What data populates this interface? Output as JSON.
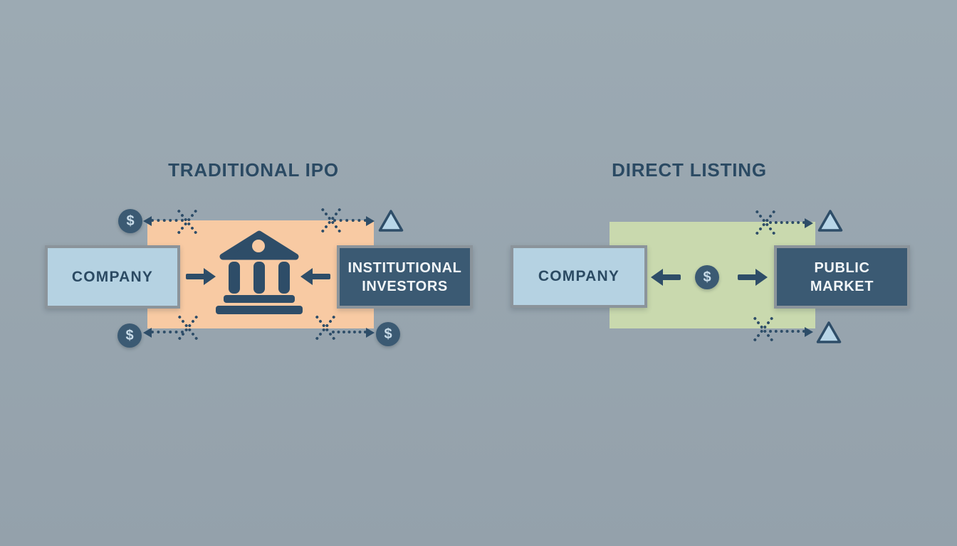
{
  "colors": {
    "bg_top": "#9caab3",
    "bg_bottom": "#94a1ab",
    "ink": "#2e4d68",
    "ink_title": "#2b4a63",
    "panel_orange": "#f8caa3",
    "panel_green": "#c9d9ae",
    "box_light": "#b5d2e2",
    "box_dark": "#3b5a73",
    "border_gray": "#8b949b",
    "dollar_fg": "#c8dbe8",
    "triangle_fill": "#b8d6e8"
  },
  "symbols": {
    "dollar": "$"
  },
  "left_diagram": {
    "title": "TRADITIONAL IPO",
    "company_label": "COMPANY",
    "intermediary_icon": "bank-icon",
    "investors_label_line1": "INSTITUTIONAL",
    "investors_label_line2": "INVESTORS"
  },
  "right_diagram": {
    "title": "DIRECT LISTING",
    "company_label": "COMPANY",
    "market_label_line1": "PUBLIC",
    "market_label_line2": "MARKET"
  }
}
